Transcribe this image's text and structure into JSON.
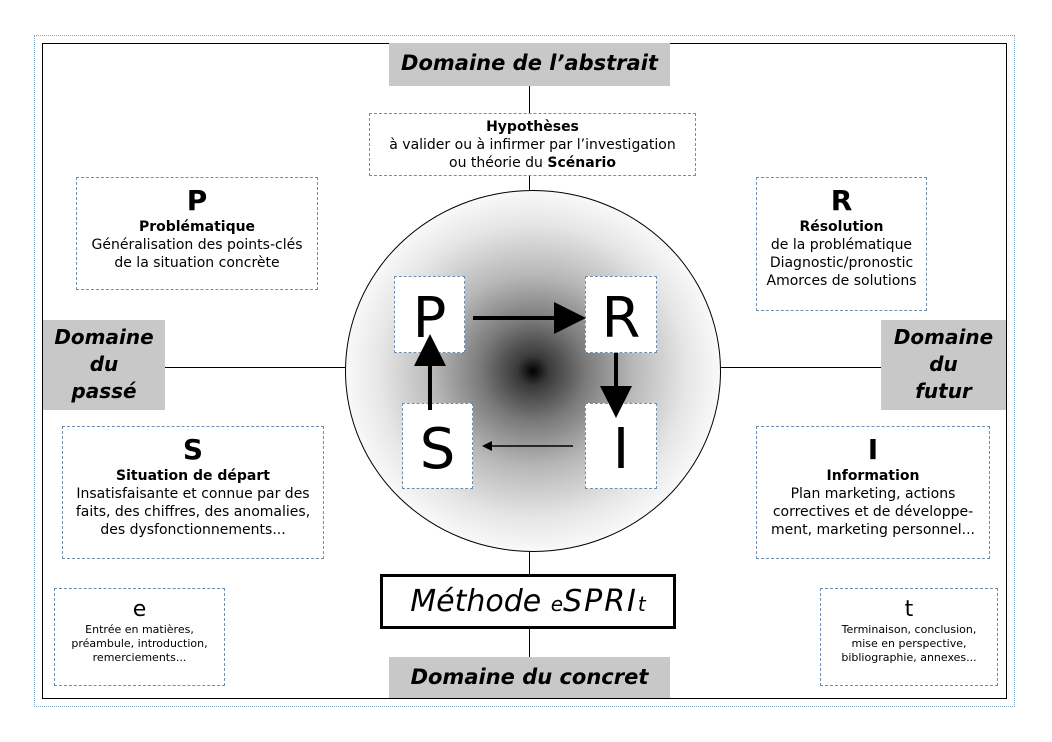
{
  "domains": {
    "top": "Domaine de l’abstrait",
    "bottom": "Domaine du concret",
    "left": [
      "Domaine",
      "du",
      "passé"
    ],
    "right": [
      "Domaine",
      "du",
      "futur"
    ]
  },
  "hypotheses": {
    "title": "Hypothèses",
    "line1": "à valider ou à infirmer par l’investigation",
    "line2_prefix": "ou théorie du ",
    "line2_bold": "Scénario"
  },
  "p_box": {
    "letter": "P",
    "title": "Problématique",
    "lines": [
      "Généralisation des points-clés",
      "de la situation concrète"
    ]
  },
  "r_box": {
    "letter": "R",
    "title": "Résolution",
    "lines": [
      "de la problématique",
      "Diagnostic/pronostic",
      "Amorces de solutions"
    ]
  },
  "s_box": {
    "letter": "S",
    "title": "Situation de départ",
    "lines": [
      "Insatisfaisante et connue par des",
      "faits, des chiffres, des anomalies,",
      "des dysfonctionnements..."
    ]
  },
  "i_box": {
    "letter": "I",
    "title": "Information",
    "lines": [
      "Plan marketing, actions",
      "correctives et de développe-",
      "ment, marketing personnel..."
    ]
  },
  "e_box": {
    "letter": "e",
    "lines": [
      "Entrée en matières,",
      "préambule, introduction,",
      "remerciements..."
    ]
  },
  "t_box": {
    "letter": "t",
    "lines": [
      "Terminaison, conclusion,",
      "mise en perspective,",
      "bibliographie, annexes..."
    ]
  },
  "center_letters": {
    "p": "P",
    "r": "R",
    "s": "S",
    "i": "I"
  },
  "methode": {
    "word": "Méthode ",
    "e": "e",
    "spri": "SPRI",
    "t": "t"
  },
  "colors": {
    "domain_bg": "#c8c8c8",
    "dashed_border": "#6f8faf",
    "frame": "#000000"
  }
}
